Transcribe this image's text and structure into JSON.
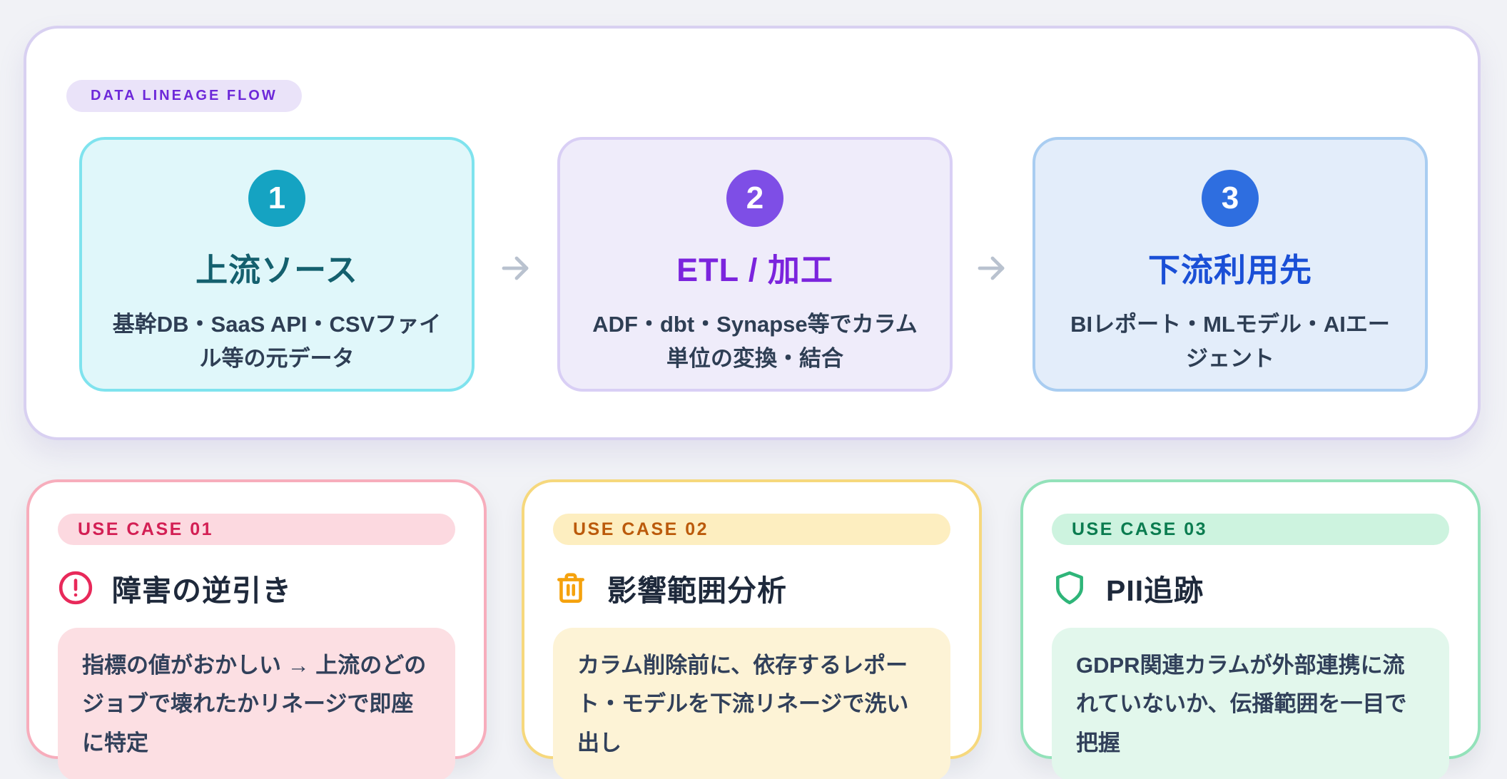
{
  "flow_section": {
    "badge": {
      "label": "DATA LINEAGE FLOW",
      "text_color": "#6d28d9",
      "bg": "#eae3f9"
    },
    "arrow_color": "#b9c2cf",
    "steps": [
      {
        "number": "1",
        "title": "上流ソース",
        "description": "基幹DB・SaaS API・CSVファイル等の元データ",
        "accent": "#15a3c2",
        "title_color": "#14606e",
        "card_bg": "#e0f7fa",
        "card_border": "#7fe3ee"
      },
      {
        "number": "2",
        "title": "ETL / 加工",
        "description": "ADF・dbt・Synapse等でカラム単位の変換・結合",
        "accent": "#7e4ee6",
        "title_color": "#7b24dd",
        "card_bg": "#efecfa",
        "card_border": "#d9cff5"
      },
      {
        "number": "3",
        "title": "下流利用先",
        "description": "BIレポート・MLモデル・AIエージェント",
        "accent": "#2e6ee0",
        "title_color": "#1a4fd6",
        "card_bg": "#e3edfa",
        "card_border": "#a9cdf1"
      }
    ]
  },
  "use_cases": [
    {
      "badge": "USE CASE 01",
      "icon": "alert-circle-icon",
      "icon_color": "#e8295a",
      "title": "障害の逆引き",
      "body": "指標の値がおかしい → 上流のどのジョブで壊れたかリネージで即座に特定",
      "border": "#f7adbc",
      "badge_bg": "#fcd9e0",
      "badge_text_color": "#d31f54",
      "body_bg": "#fcdfe3"
    },
    {
      "badge": "USE CASE 02",
      "icon": "trash-icon",
      "icon_color": "#f5a20d",
      "title": "影響範囲分析",
      "body": "カラム削除前に、依存するレポート・モデルを下流リネージで洗い出し",
      "border": "#f6d87d",
      "badge_bg": "#fdeec0",
      "badge_text_color": "#bb5a0b",
      "body_bg": "#fdf3d6"
    },
    {
      "badge": "USE CASE 03",
      "icon": "shield-icon",
      "icon_color": "#2fb579",
      "title": "PII追跡",
      "body": "GDPR関連カラムが外部連携に流れていないか、伝播範囲を一目で把握",
      "border": "#93e2ba",
      "badge_bg": "#cdf3df",
      "badge_text_color": "#0b7c50",
      "body_bg": "#e2f7ec"
    }
  ]
}
